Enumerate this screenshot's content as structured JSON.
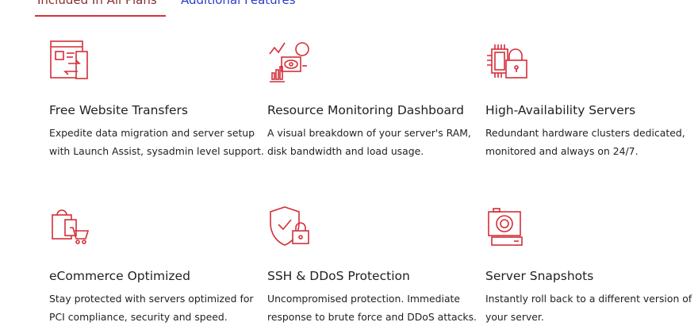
{
  "tabs": [
    {
      "label": "Included In All Plans",
      "active": true
    },
    {
      "label": "Additional Features",
      "active": false
    }
  ],
  "colors": {
    "accent": "#d42e38",
    "active_tab": "#8a2f2f",
    "link": "#2b3fc7"
  },
  "features": [
    {
      "icon": "website-transfer-icon",
      "title": "Free Website Transfers",
      "desc": "Expedite data migration and server setup with Launch Assist, sysadmin level support."
    },
    {
      "icon": "monitoring-dashboard-icon",
      "title": "Resource Monitoring Dashboard",
      "desc": "A visual breakdown of your server's RAM, disk bandwidth and load usage."
    },
    {
      "icon": "secure-server-icon",
      "title": "High-Availability Servers",
      "desc": "Redundant hardware clusters dedicated, monitored and always on 24/7."
    },
    {
      "icon": "shopping-cart-icon",
      "title": "eCommerce Optimized",
      "desc": "Stay protected with servers optimized for PCI compliance, security and speed."
    },
    {
      "icon": "shield-lock-icon",
      "title": "SSH & DDoS Protection",
      "desc": "Uncompromised protection. Immediate response to brute force and DDoS attacks."
    },
    {
      "icon": "camera-snapshot-icon",
      "title": "Server Snapshots",
      "desc": "Instantly roll back to a different version of your server."
    }
  ]
}
